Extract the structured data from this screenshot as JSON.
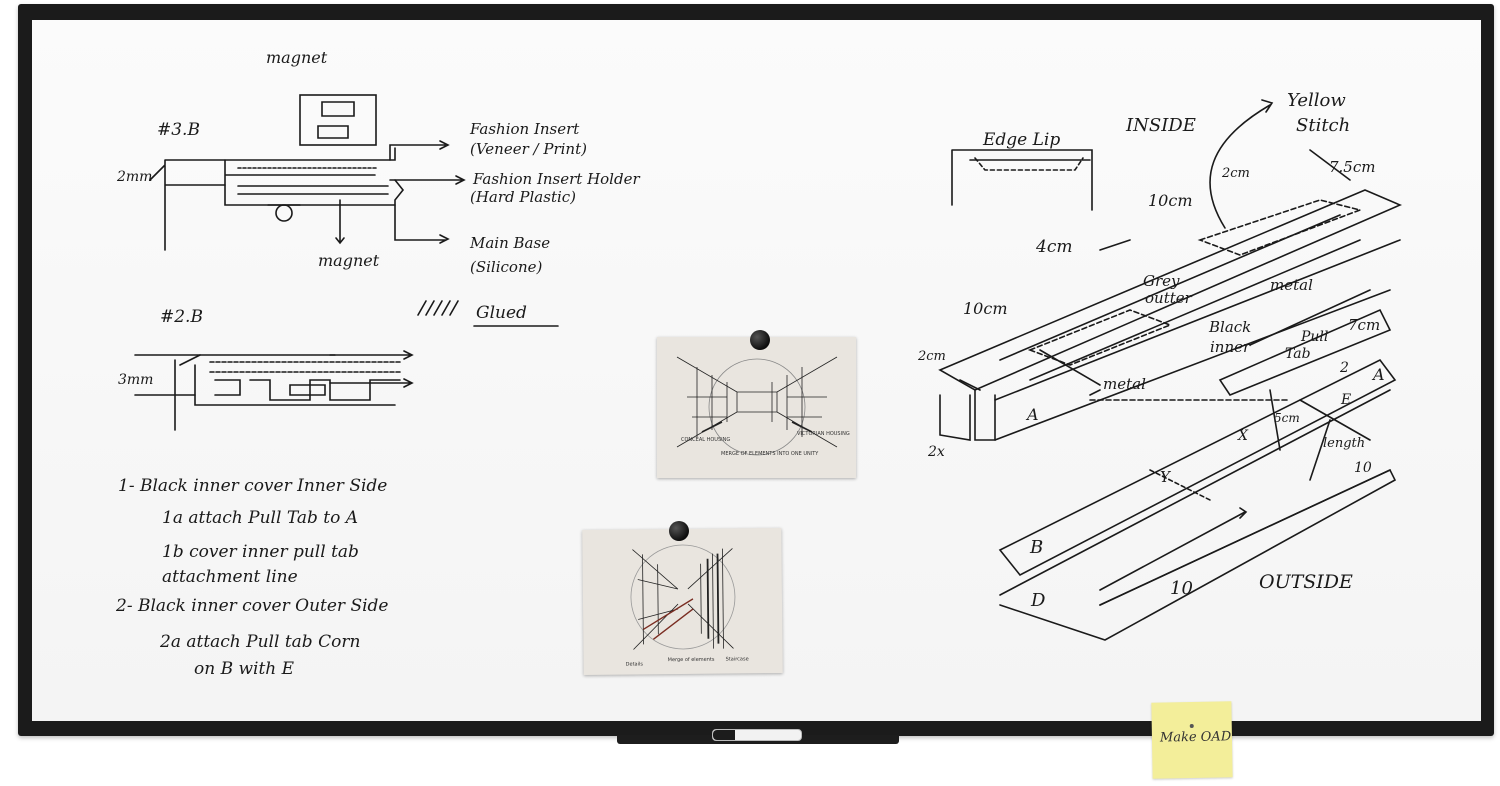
{
  "board": {
    "frame_color": "#1b1b1b",
    "surface_color": "#f8f8f8"
  },
  "left_notes": {
    "top_label": "magnet",
    "section_3b": "#3.B",
    "dim_2mm": "2mm",
    "fashion_insert": "Fashion Insert",
    "fashion_insert_sub": "(Veneer / Print)",
    "insert_holder": "Fashion Insert Holder",
    "insert_holder_sub": "(Hard Plastic)",
    "main_base": "Main Base",
    "main_base_sub": "(Silicone)",
    "bottom_label": "magnet",
    "section_2b": "#2.B",
    "glued": "Glued",
    "dim_3mm": "3mm",
    "list": [
      "1- Black inner cover Inner Side",
      "1a attach Pull Tab to A",
      "1b cover inner pull tab",
      "attachment line",
      "2- Black inner cover Outer Side",
      "2a attach Pull tab Corn",
      "on B with E"
    ]
  },
  "right_notes": {
    "edge_lip": "Edge Lip",
    "inside": "INSIDE",
    "yellow": "Yellow",
    "stitch": "Stitch",
    "d_2cm_top": "2cm",
    "d_7_5cm": "7.5cm",
    "d_10cm_top": "10cm",
    "d_4cm": "4cm",
    "d_10cm_left": "10cm",
    "d_2cm_left": "2cm",
    "grey_outter": "Grey",
    "grey_outter_2": "outter",
    "metal_top": "metal",
    "black_inner": "Black",
    "black_inner_2": "inner",
    "pull_tab": "Pull",
    "pull_tab_2": "Tab",
    "d_7cm": "7cm",
    "metal_bottom": "metal",
    "letter_a": "A",
    "letter_a2": "A",
    "letter_e": "E",
    "num_2": "2",
    "d_5cm": "5cm",
    "length": "length",
    "num_10_right": "10",
    "d_2x": "2x",
    "letter_x": "X",
    "letter_y": "Y",
    "letter_b": "B",
    "letter_d": "D",
    "num_10_bottom": "10",
    "outside": "OUTSIDE"
  },
  "photo1_labels": {
    "left": "CONCEAL HOUSING",
    "center": "MERGE OF ELEMENTS INTO ONE UNITY",
    "right": "VICTORIAN HOUSING"
  },
  "photo2_labels": {
    "left": "Details",
    "center": "Merge of elements",
    "right": "Staircase"
  },
  "sticky_note": {
    "text": "Make OAD",
    "color": "#f3ee9a"
  }
}
